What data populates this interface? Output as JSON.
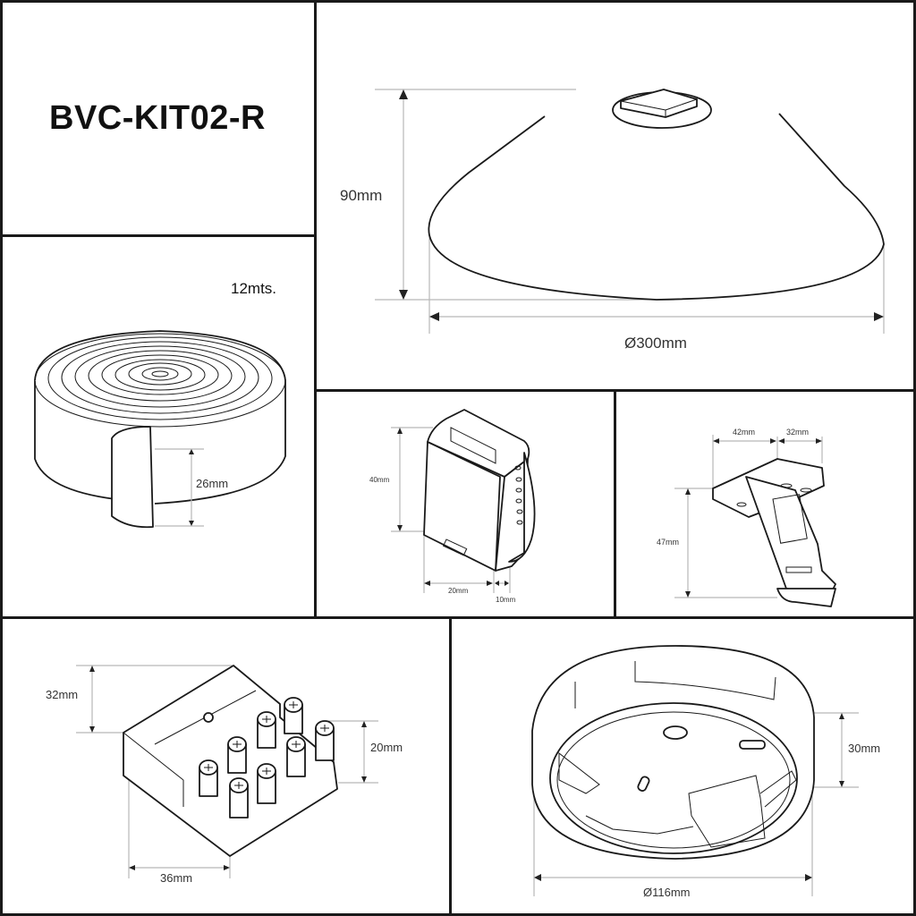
{
  "product": {
    "code": "BVC-KIT02-R"
  },
  "panels": {
    "title": {
      "label": "BVC-KIT02-R"
    },
    "lampshade": {
      "component": "cone-lampshade",
      "height_label": "90mm",
      "diameter_label": "Ø300mm"
    },
    "tape_roll": {
      "component": "led-tape-roll",
      "length_label": "12mts.",
      "width_label": "26mm"
    },
    "clip_module": {
      "component": "hinged-clip-module",
      "height_label": "40mm",
      "width_label": "20mm",
      "depth_label": "10mm"
    },
    "bracket": {
      "component": "mounting-bracket",
      "width_a_label": "42mm",
      "width_b_label": "32mm",
      "height_label": "47mm"
    },
    "terminal_block": {
      "component": "screw-terminal-block",
      "height_label": "32mm",
      "terminal_height_label": "20mm",
      "width_label": "36mm"
    },
    "ceiling_base": {
      "component": "round-ceiling-base",
      "height_label": "30mm",
      "diameter_label": "Ø116mm"
    }
  },
  "colors": {
    "border": "#1a1a1a",
    "line": "#1a1a1a",
    "dimension_line": "#b8b8b8",
    "background": "#ffffff"
  }
}
